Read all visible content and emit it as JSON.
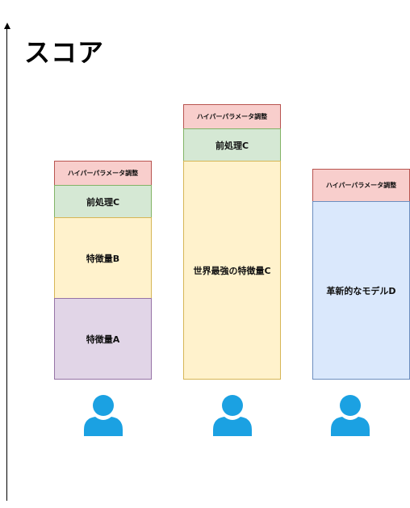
{
  "title": "スコア",
  "columns": [
    {
      "blocks": [
        {
          "label": "ハイパーパラメータ調整"
        },
        {
          "label": "前処理C"
        },
        {
          "label": "特徴量B"
        },
        {
          "label": "特徴量A"
        }
      ],
      "person_icon": "person-icon"
    },
    {
      "blocks": [
        {
          "label": "ハイパーパラメータ調整"
        },
        {
          "label": "前処理C"
        },
        {
          "label": "世界最強の特徴量C"
        }
      ],
      "person_icon": "person-icon"
    },
    {
      "blocks": [
        {
          "label": "ハイパーパラメータ調整"
        },
        {
          "label": "革新的なモデルD"
        }
      ],
      "person_icon": "person-icon"
    }
  ],
  "colors": {
    "hyperparam_fill": "#f8cecc",
    "preprocess_fill": "#d5e8d4",
    "feature_fill": "#fff2cc",
    "feature_a_fill": "#e1d5e7",
    "model_fill": "#dae8fc",
    "person_icon": "#1ba1e2"
  }
}
